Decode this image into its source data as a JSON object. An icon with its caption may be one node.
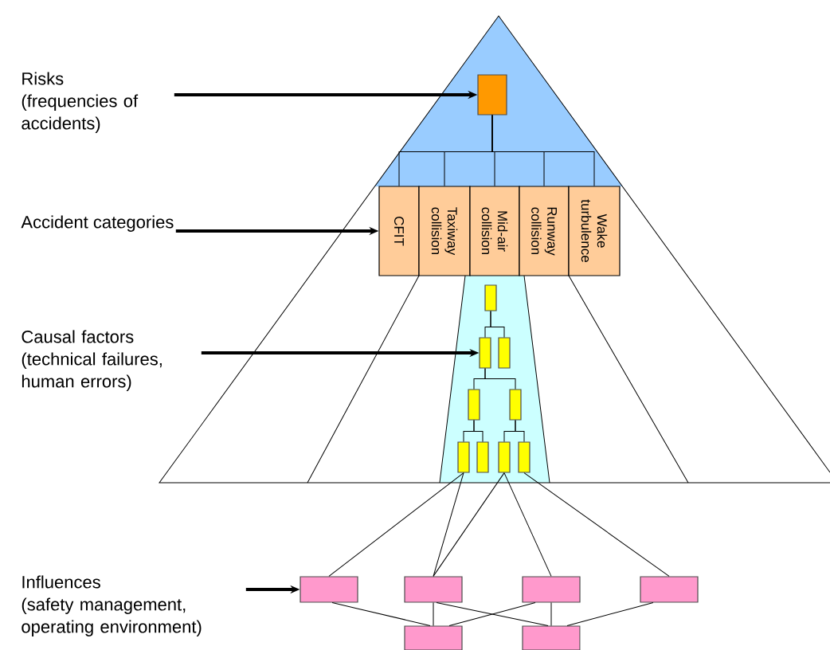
{
  "diagram": {
    "nodes": [
      {
        "text": [
          "Risks",
          "(frequencies of accidents)"
        ]
      },
      {
        "text": [],
        "shape": "box"
      },
      {
        "text": [
          "Accident categories"
        ]
      },
      {
        "text": [
          "CFIT"
        ]
      },
      {
        "text": [
          "Taxiway collision"
        ]
      },
      {
        "text": [
          "Mid-air collision"
        ]
      },
      {
        "text": [
          "Runway collision"
        ]
      },
      {
        "text": [
          "Wake turbulence"
        ]
      },
      {
        "text": [
          "Causal factors",
          "(technical failures, human errors)"
        ]
      },
      {
        "text": [],
        "shape": "box"
      },
      {
        "text": [],
        "shape": "box"
      },
      {
        "text": [],
        "shape": "box"
      },
      {
        "text": [],
        "shape": "box"
      },
      {
        "text": [],
        "shape": "box"
      },
      {
        "text": [],
        "shape": "box"
      },
      {
        "text": [],
        "shape": "box"
      },
      {
        "text": [],
        "shape": "box"
      },
      {
        "text": [],
        "shape": "box"
      },
      {
        "text": [
          "Influences",
          "(safety management, operating environment)"
        ]
      },
      {
        "text": [],
        "shape": "box"
      },
      {
        "text": [],
        "shape": "box"
      },
      {
        "text": [],
        "shape": "box"
      },
      {
        "text": [],
        "shape": "box"
      },
      {
        "text": [],
        "shape": "box"
      },
      {
        "text": [],
        "shape": "box"
      }
    ],
    "edges": [
      {
        "from": 0,
        "to": 1,
        "arrow": "to",
        "style": "thick"
      },
      {
        "from": 1,
        "to": 3,
        "arrow": "none"
      },
      {
        "from": 1,
        "to": 4,
        "arrow": "none"
      },
      {
        "from": 1,
        "to": 5,
        "arrow": "none"
      },
      {
        "from": 1,
        "to": 6,
        "arrow": "none"
      },
      {
        "from": 1,
        "to": 7,
        "arrow": "none"
      },
      {
        "from": 2,
        "to": 3,
        "arrow": "to",
        "style": "thick"
      },
      {
        "from": 8,
        "to": 10,
        "arrow": "to",
        "style": "thick"
      },
      {
        "from": 9,
        "to": 10,
        "arrow": "none"
      },
      {
        "from": 9,
        "to": 11,
        "arrow": "none"
      },
      {
        "from": 10,
        "to": 12,
        "arrow": "none"
      },
      {
        "from": 10,
        "to": 13,
        "arrow": "none"
      },
      {
        "from": 12,
        "to": 14,
        "arrow": "none"
      },
      {
        "from": 12,
        "to": 15,
        "arrow": "none"
      },
      {
        "from": 13,
        "to": 16,
        "arrow": "none"
      },
      {
        "from": 13,
        "to": 17,
        "arrow": "none"
      },
      {
        "from": 14,
        "to": 19,
        "arrow": "none"
      },
      {
        "from": 14,
        "to": 20,
        "arrow": "none"
      },
      {
        "from": 16,
        "to": 20,
        "arrow": "none"
      },
      {
        "from": 16,
        "to": 21,
        "arrow": "none"
      },
      {
        "from": 17,
        "to": 22,
        "arrow": "none"
      },
      {
        "from": 18,
        "to": 19,
        "arrow": "to",
        "style": "thick"
      },
      {
        "from": 19,
        "to": 23,
        "arrow": "none"
      },
      {
        "from": 20,
        "to": 23,
        "arrow": "none"
      },
      {
        "from": 20,
        "to": 24,
        "arrow": "none"
      },
      {
        "from": 21,
        "to": 23,
        "arrow": "none"
      },
      {
        "from": 21,
        "to": 24,
        "arrow": "none"
      },
      {
        "from": 22,
        "to": 24,
        "arrow": "none"
      }
    ]
  }
}
